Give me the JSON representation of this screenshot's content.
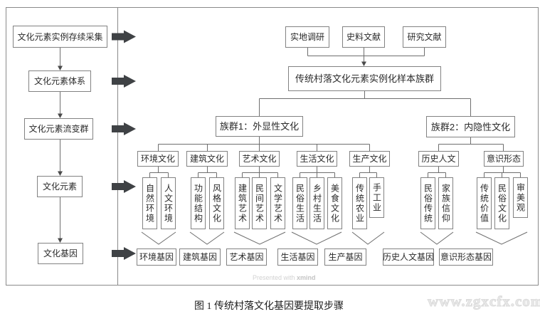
{
  "figure": {
    "caption": "图 1 传统村落文化基因要提取步骤",
    "site_watermark": "www.zgxcfx.com",
    "tool_watermark_prefix": "Presented with ",
    "tool_watermark_brand": "xmind"
  },
  "left_flow": {
    "steps": [
      "文化元素实例存续采集",
      "文化元素体系",
      "文化元素流变群",
      "文化元素",
      "文化基因"
    ]
  },
  "sources": [
    "实地调研",
    "史料文献",
    "研究文献"
  ],
  "sample_pool": "传统村落文化元素实例化样本族群",
  "clusters": [
    "族群1：外显性文化",
    "族群2：内隐性文化"
  ],
  "categories": [
    {
      "label": "环境文化",
      "items": [
        "自然环境",
        "人文环境"
      ],
      "gene": "环境基因"
    },
    {
      "label": "建筑文化",
      "items": [
        "功能结构",
        "风格文化"
      ],
      "gene": "建筑基因"
    },
    {
      "label": "艺术文化",
      "items": [
        "建筑艺术",
        "民间艺术",
        "文学艺术"
      ],
      "gene": "艺术基因"
    },
    {
      "label": "生活文化",
      "items": [
        "民俗生活",
        "乡村生活",
        "美食文化"
      ],
      "gene": "生活基因"
    },
    {
      "label": "生产文化",
      "items": [
        "传统农业",
        "手工业"
      ],
      "gene": "生产基因"
    },
    {
      "label": "历史人文",
      "items": [
        "民俗传统",
        "家族信仰"
      ],
      "gene": "历史人文基因"
    },
    {
      "label": "意识形态",
      "items": [
        "传统价值",
        "民俗文化",
        "审美观"
      ],
      "gene": "意识形态基因"
    }
  ]
}
